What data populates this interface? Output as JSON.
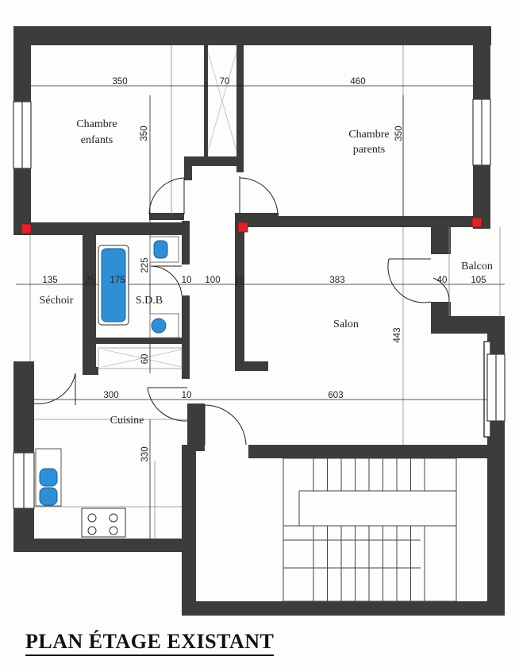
{
  "title": "PLAN  ÉTAGE EXISTANT",
  "rooms": {
    "chambre_enfants": [
      "Chambre",
      "enfants"
    ],
    "chambre_parents": [
      "Chambre",
      "parents"
    ],
    "sechoir": "Séchoir",
    "sdb": "S.D.B",
    "salon": "Salon",
    "balcon": "Balcon",
    "cuisine": "Cuisine"
  },
  "dimensions": {
    "chambre_enfants_width": "350",
    "closet_width": "70",
    "chambre_parents_width": "460",
    "chambre_enfants_height": "350",
    "chambre_parents_height": "350",
    "sechoir_width": "135",
    "wall_25": "25",
    "sdb_width": "175",
    "wall_10_a": "10",
    "hall_width": "100",
    "wall_10_b": "10",
    "salon_width": "383",
    "wall_40": "40",
    "balcon_width": "105",
    "sdb_height": "225",
    "shower_height": "60",
    "salon_height": "443",
    "cuisine_width": "300",
    "wall_10_c": "10",
    "row_width_603": "603",
    "cuisine_height": "330"
  },
  "colors": {
    "wall": "#3a3d39",
    "fixture_blue": "#2f8fd6",
    "column_red": "#d9262b"
  }
}
